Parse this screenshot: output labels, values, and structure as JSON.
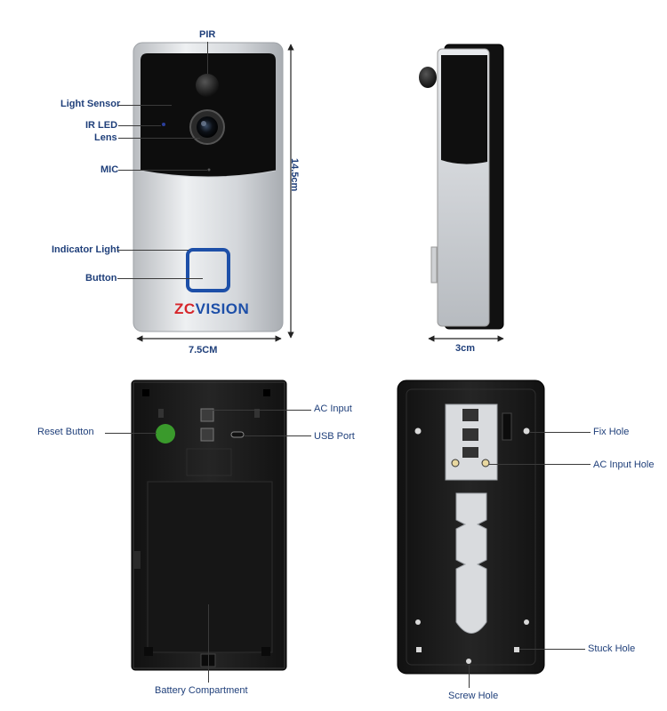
{
  "front": {
    "labels": {
      "pir": "PIR",
      "light_sensor": "Light Sensor",
      "ir_led": "IR LED",
      "lens": "Lens",
      "mic": "MIC",
      "indicator_light": "Indicator Light",
      "button": "Button"
    },
    "brand_zc": "ZC",
    "brand_vision": "VISION",
    "width": "7.5CM",
    "height": "14.5cm"
  },
  "side": {
    "depth": "3cm"
  },
  "back": {
    "ac_input": "AC  Input",
    "reset_button": "Reset  Button",
    "usb_port": "USB  Port",
    "battery_compartment": "Battery  Compartment"
  },
  "mount": {
    "fix_hole": "Fix  Hole",
    "ac_input_hole": "AC  Input Hole",
    "stuck_hole": "Stuck  Hole",
    "screw_hole": "Screw  Hole"
  },
  "colors": {
    "label_text": "#1f3f7a",
    "brand_red": "#d6262b",
    "brand_blue": "#1d4fa8",
    "reset_green": "#3a9a2c"
  }
}
